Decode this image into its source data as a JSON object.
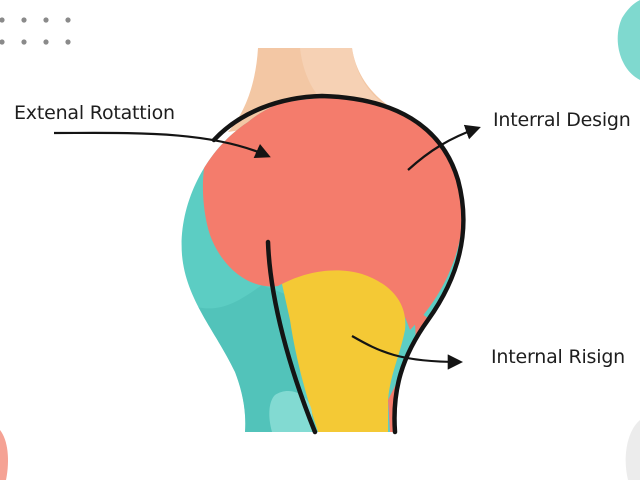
{
  "labels": {
    "external_rotation": "Extenal Rotattion",
    "internal_design": "Interral Design",
    "internal_risign": "Internal Risign"
  },
  "colors": {
    "teal": "#5ccdc3",
    "teal_dark": "#4bbcb2",
    "coral": "#f47c6c",
    "yellow": "#f4c935",
    "skin": "#f3c7a4",
    "outline": "#141414",
    "dots": "#8a8a8a",
    "corner_teal": "#7fd9cf",
    "corner_coral": "#f5a294",
    "corner_grey": "#ececec"
  },
  "icons": {
    "dot_grid": "dot-grid-decoration",
    "arrow": "arrow-head"
  }
}
